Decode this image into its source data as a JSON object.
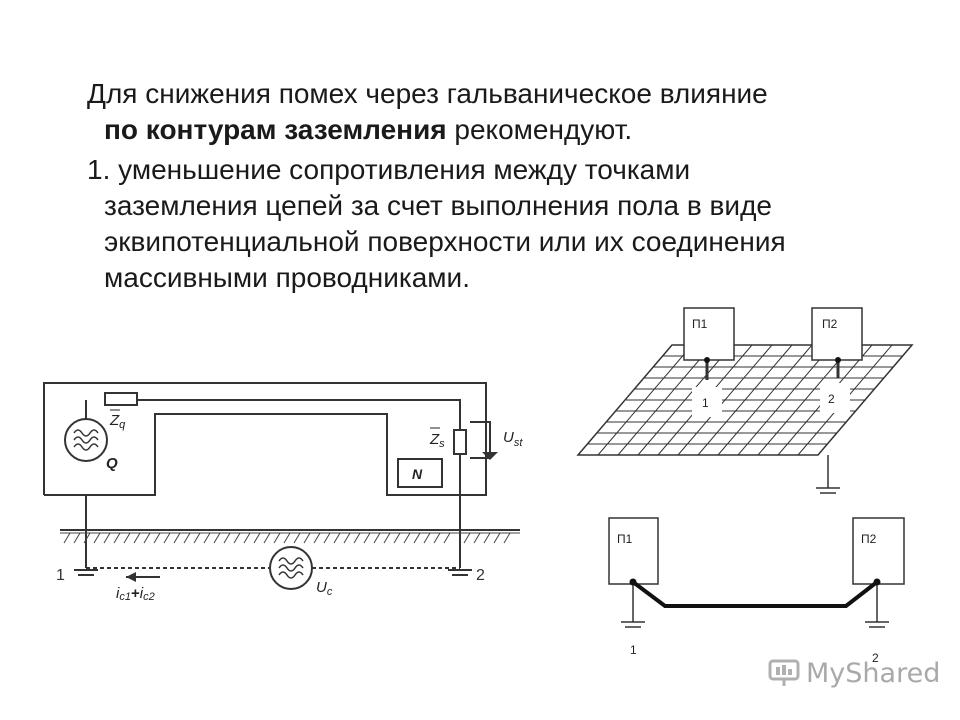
{
  "intro": {
    "line1": "Для снижения помех через гальваническое влияние",
    "bold": "по контурам заземления",
    "rest": " рекомендуют."
  },
  "item1": {
    "line1": "1. уменьшение сопротивления между точками",
    "line2": "заземления цепей за счет выполнения пола в виде",
    "line3": "эквипотенциальной поверхности или их соединения",
    "line4": "массивными проводниками."
  },
  "circuit": {
    "zq": "Z",
    "zq_sub": "q",
    "q": "Q",
    "zs": "Z",
    "zs_sub": "s",
    "ust": "U",
    "ust_sub": "st",
    "n": "N",
    "ground1": "1",
    "ground2": "2",
    "i_c1": "i",
    "i_c1_sub": "c1",
    "plus": "+",
    "i_c2": "i",
    "i_c2_sub": "c2",
    "uc": "U",
    "uc_sub": "c"
  },
  "grid_diagram": {
    "p1": "П1",
    "p2": "П2",
    "n1": "1",
    "n2": "2"
  },
  "conductor_diagram": {
    "p1": "П1",
    "p2": "П2",
    "n1": "1",
    "n2": "2"
  },
  "watermark": {
    "text": "MyShared"
  }
}
